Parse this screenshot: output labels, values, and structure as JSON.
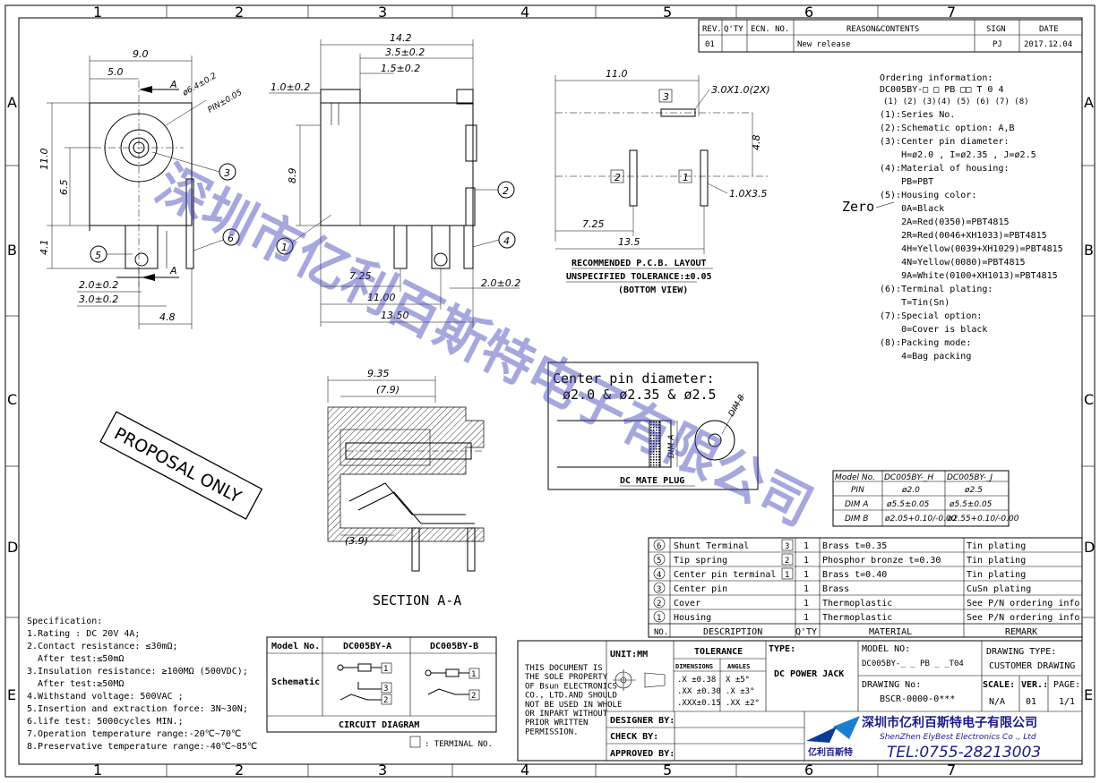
{
  "grid": {
    "cols": [
      "1",
      "2",
      "3",
      "4",
      "5",
      "6",
      "7"
    ],
    "rows": [
      "A",
      "B",
      "C",
      "D",
      "E"
    ]
  },
  "revision_table": {
    "headers": [
      "REV.",
      "Q'TY",
      "ECN. NO.",
      "REASON&CONTENTS",
      "SIGN",
      "DATE"
    ],
    "row": [
      "01",
      "",
      "",
      "New release",
      "PJ",
      "2017.12.04"
    ]
  },
  "front_view": {
    "dims": [
      "9.0",
      "5.0",
      "ø6.4±0.2",
      "PIN±0.05",
      "11.0",
      "6.5",
      "4.1",
      "2.0±0.2",
      "3.0±0.2",
      "4.8"
    ],
    "section_mark": "A"
  },
  "side_view": {
    "dims": [
      "14.2",
      "3.5±0.2",
      "1.5±0.2",
      "1.0±0.2",
      "8.9",
      "7.25",
      "11.00",
      "13.50",
      "2.0±0.2"
    ]
  },
  "pcb_layout": {
    "dims": [
      "11.0",
      "3.0X1.0(2X)",
      "4.8",
      "1.0X3.5",
      "7.25",
      "13.5"
    ],
    "title": "RECOMMENDED P.C.B. LAYOUT",
    "tolerance": "UNSPECIFIED TOLERANCE:±0.05",
    "view": "(BOTTOM VIEW)",
    "labels": [
      "3",
      "2",
      "1"
    ]
  },
  "balloons": [
    "1",
    "2",
    "3",
    "4",
    "5",
    "6"
  ],
  "section": {
    "dims": [
      "9.35",
      "(7.9)",
      "(3.9)"
    ],
    "title": "SECTION A-A"
  },
  "proposal": "PROPOSAL ONLY",
  "mate_plug": {
    "title": "Center pin diameter:",
    "values": "ø2.0 & ø2.35 & ø2.5",
    "dim_a": "DIM A",
    "dim_b": "DIM B",
    "caption": "DC MATE PLUG"
  },
  "model_table": {
    "headers": [
      "Model No.",
      "DC005BY-_H",
      "DC005BY-_J"
    ],
    "rows": [
      [
        "PIN",
        "ø2.0",
        "ø2.5"
      ],
      [
        "DIM A",
        "ø5.5±0.05",
        "ø5.5±0.05"
      ],
      [
        "DIM B",
        "ø2.05+0.10/-0.00",
        "ø2.55+0.10/-0.00"
      ]
    ]
  },
  "ordering": {
    "title": "Ordering information:",
    "code": "DC005BY-□ □ PB □□ T  0  4",
    "code_idx": "(1)    (2) (3)(4) (5) (6) (7) (8)",
    "zero": "Zero",
    "lines": [
      "(1):Series No.",
      "(2):Schematic option: A,B",
      "(3):Center pin diameter:",
      "    H=ø2.0 , I=ø2.35 , J=ø2.5",
      "(4):Material of housing:",
      "    PB=PBT",
      "(5):Housing color:",
      "    0A=Black",
      "    2A=Red(0350)=PBT4815",
      "    2R=Red(0046+XH1033)=PBT4815",
      "    4H=Yellow(0039+XH1029)=PBT4815",
      "    4N=Yellow(0080)=PBT4815",
      "    9A=White(0100+XH1013)=PBT4815",
      "(6):Terminal plating:",
      "    T=Tin(Sn)",
      "(7):Special option:",
      "    0=Cover is black",
      "(8):Packing mode:",
      "    4=Bag packing"
    ]
  },
  "bom": {
    "headers": [
      "NO.",
      "DESCRIPTION",
      "Q'TY",
      "MATERIAL",
      "REMARK"
    ],
    "rows": [
      [
        "6",
        "Shunt Terminal",
        "3",
        "1",
        "Brass t=0.35",
        "Tin plating"
      ],
      [
        "5",
        "Tip spring",
        "2",
        "1",
        "Phosphor bronze t=0.30",
        "Tin plating"
      ],
      [
        "4",
        "Center pin terminal",
        "1",
        "1",
        "Brass t=0.40",
        "Tin plating"
      ],
      [
        "3",
        "Center pin",
        "",
        "1",
        "Brass",
        "CuSn plating"
      ],
      [
        "2",
        "Cover",
        "",
        "1",
        "Thermoplastic",
        "See P/N ordering info"
      ],
      [
        "1",
        "Housing",
        "",
        "1",
        "Thermoplastic",
        "See P/N ordering info"
      ]
    ]
  },
  "specification": {
    "title": "Specification:",
    "lines": [
      "1.Rating : DC 20V 4A;",
      "2.Contact resistance: ≤30mΩ;",
      "  After test:≤50mΩ",
      "3.Insulation resistance: ≥100MΩ (500VDC);",
      "  After test:≥50MΩ",
      "4.Withstand voltage: 500VAC ;",
      "5.Insertion and extraction force: 3N~30N;",
      "6.life test: 5000cycles MIN.;",
      "7.Operation temperature range:-20℃~70℃",
      "8.Preservative temperature range:-40℃~85℃"
    ]
  },
  "circuit": {
    "headers": [
      "Model No.",
      "DC005BY-A",
      "DC005BY-B"
    ],
    "row_label": "Schematic",
    "caption": "CIRCUIT DIAGRAM",
    "terminal_note": ": TERMINAL NO.",
    "pins_a": [
      "1",
      "3",
      "2"
    ],
    "pins_b": [
      "1",
      "2"
    ]
  },
  "title_block": {
    "disclaimer": [
      "THIS DOCUMENT IS",
      "THE SOLE PROPERTY",
      "OF Bsun ELECTRONICS",
      "CO., LTD.AND SHOULD",
      "NOT BE USED IN WHOLE",
      "OR INPART WITHOUT",
      "PRIOR WRITTEN",
      "PERMISSION."
    ],
    "unit": "UNIT:MM",
    "tolerance": "TOLERANCE",
    "dim_h": "DIMENSIONS",
    "ang_h": "ANGLES",
    "tol_rows": [
      [
        ".X  ±0.38",
        "X  ±5°"
      ],
      [
        ".XX ±0.30",
        ".X  ±3°"
      ],
      [
        ".XXX±0.15",
        ".XX ±2°"
      ]
    ],
    "type_label": "TYPE:",
    "type": "DC POWER JACK",
    "model_label": "MODEL NO:",
    "model": "DC005BY-_ _ PB _ _T04",
    "drawing_type_label": "DRAWING TYPE:",
    "drawing_type": "CUSTOMER DRAWING",
    "drawing_no_label": "DRAWING No:",
    "drawing_no": "BSCR-0000-0***",
    "scale_label": "SCALE:",
    "scale": "N/A",
    "ver_label": "VER.:",
    "ver": "01",
    "page_label": "PAGE:",
    "page": "1/1",
    "designer": "DESIGNER BY:",
    "check": "CHECK   BY:",
    "approved": "APPROVED BY:",
    "company_cn": "深圳市亿利百斯特电子有限公司",
    "company_en": "ShenZhen ElyBest Electronics Co ., Ltd",
    "company_short": "亿利百斯特",
    "tel": "TEL:0755-28213003"
  },
  "watermark": "深圳市亿利百斯特电子有限公司"
}
